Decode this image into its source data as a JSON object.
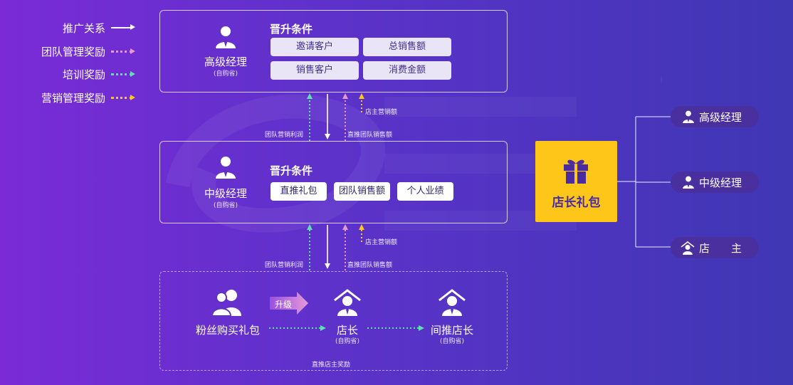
{
  "legend": [
    {
      "label": "推广关系",
      "color": "#ffffff",
      "style": "solid"
    },
    {
      "label": "团队管理奖励",
      "color": "#e89ad0",
      "style": "dotted"
    },
    {
      "label": "培训奖励",
      "color": "#5fe0b4",
      "style": "dotted"
    },
    {
      "label": "营销管理奖励",
      "color": "#ffc61a",
      "style": "dotted"
    }
  ],
  "senior": {
    "title": "高级经理",
    "sub": "(自购省)",
    "cond_title": "晋升条件",
    "chips": [
      "邀请客户",
      "总销售额",
      "销售客户",
      "消费金额"
    ]
  },
  "middle": {
    "title": "中级经理",
    "sub": "(自购省)",
    "cond_title": "晋升条件",
    "chips": [
      "直推礼包",
      "团队销售额",
      "个人业绩"
    ]
  },
  "flow_upper": {
    "left": "团队营销利润",
    "center": "直推团队销售额",
    "right": "店主营销额"
  },
  "flow_lower": {
    "left": "团队营销利润",
    "center": "直推团队销售额",
    "right": "店主营销额"
  },
  "bottom": {
    "fan_label": "粉丝购买礼包",
    "upgrade": "升级",
    "owner_label": "店长",
    "owner_sub": "(自购省)",
    "indirect_label": "间推店长",
    "indirect_sub": "(自购省)",
    "footnote": "直推店主奖励"
  },
  "gift": {
    "label": "店长礼包",
    "color": "#ffc61a"
  },
  "pills": [
    {
      "label": "高级经理",
      "icon": "manager-icon"
    },
    {
      "label": "中级经理",
      "icon": "manager-icon"
    },
    {
      "label": "店　　主",
      "icon": "shop-owner-icon"
    }
  ],
  "colors": {
    "white": "#ffffff",
    "pink": "#e89ad0",
    "green": "#5fe0b4",
    "yellow": "#ffc61a",
    "gift": "#ffc61a"
  }
}
